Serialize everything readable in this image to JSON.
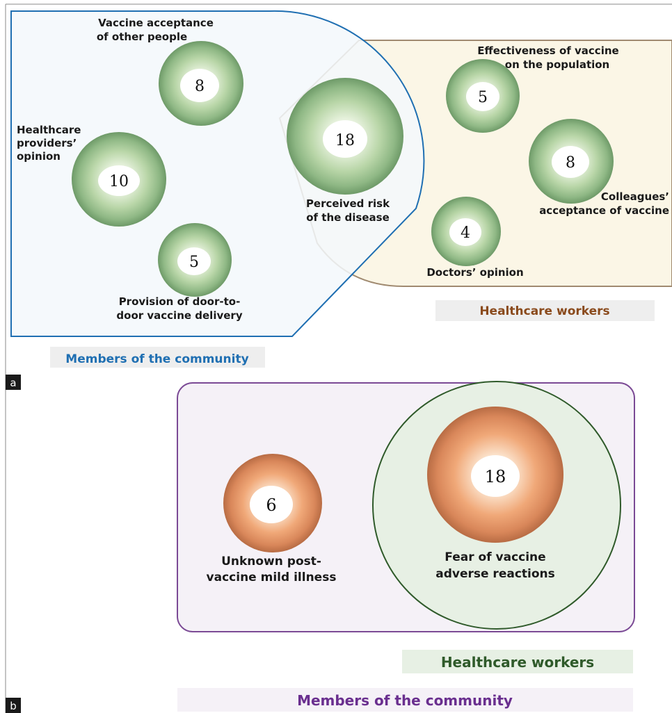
{
  "panel_a": {
    "tag": "a",
    "left_group": {
      "caption": "Members of the community",
      "caption_color": "#1f6fb2",
      "outline_color": "#1f6fb2",
      "fill_color": "#f3f8fb"
    },
    "right_group": {
      "caption": "Healthcare workers",
      "caption_color": "#8a4a1c",
      "outline_color": "#a08a70",
      "fill_color": "#fbf6e6"
    },
    "bubbles": [
      {
        "id": "vaccine-acceptance-others",
        "value": "8",
        "label_lines": [
          "Vaccine acceptance",
          "of other people"
        ]
      },
      {
        "id": "healthcare-providers-opinion",
        "value": "10",
        "label_lines": [
          "Healthcare",
          "providers’",
          "opinion"
        ]
      },
      {
        "id": "door-to-door-delivery",
        "value": "5",
        "label_lines": [
          "Provision of door-to-",
          "door vaccine delivery"
        ]
      },
      {
        "id": "perceived-risk",
        "value": "18",
        "label_lines": [
          "Perceived risk",
          "of the disease"
        ]
      },
      {
        "id": "effectiveness-population",
        "value": "5",
        "label_lines": [
          "Effectiveness of vaccine",
          "on the population"
        ]
      },
      {
        "id": "colleagues-acceptance",
        "value": "8",
        "label_lines": [
          "Colleagues’",
          "acceptance of vaccine"
        ]
      },
      {
        "id": "doctors-opinion",
        "value": "4",
        "label_lines": [
          "Doctors’ opinion"
        ]
      }
    ],
    "bubble_color": "#b9d6a8"
  },
  "panel_b": {
    "tag": "b",
    "outer_caption": "Members of the community",
    "outer_caption_color": "#6a2f8f",
    "outer_outline_color": "#7b4a95",
    "outer_fill_color": "#f5f1f7",
    "inner_caption": "Healthcare workers",
    "inner_caption_color": "#2f5a2a",
    "inner_outline_color": "#2f5a2a",
    "inner_fill_color": "#e7f0e4",
    "bubbles": [
      {
        "id": "mild-illness",
        "value": "6",
        "label_lines": [
          "Unknown post-",
          "vaccine mild illness"
        ]
      },
      {
        "id": "fear-adverse-reactions",
        "value": "18",
        "label_lines": [
          "Fear of vaccine",
          "adverse reactions"
        ]
      }
    ],
    "bubble_color": "#f0a878"
  }
}
